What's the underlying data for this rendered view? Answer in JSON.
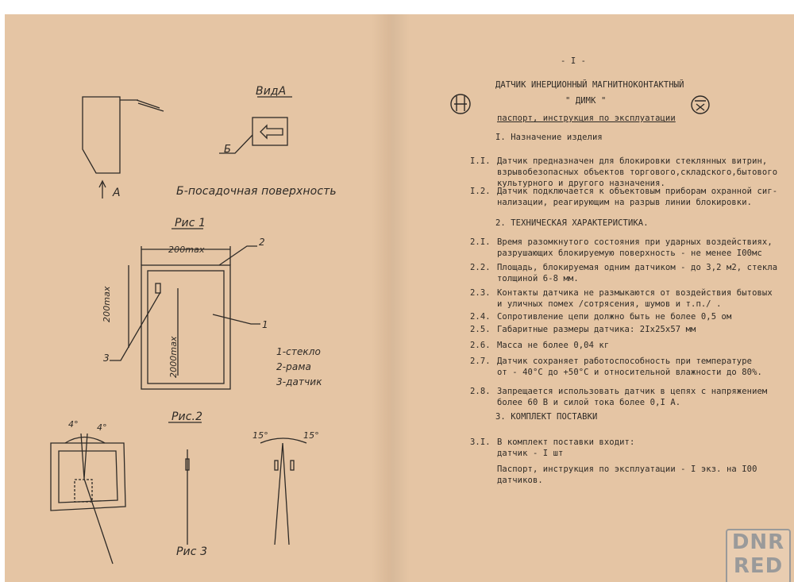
{
  "page_number": "- I -",
  "header": {
    "title": "ДАТЧИК ИНЕРЦИОННЫЙ МАГНИТНОКОНТАКТНЫЙ",
    "model": "\" ДИМК \"",
    "subtitle": "паспорт, инструкция по эксплуатации"
  },
  "sections": [
    {
      "heading": "I. Назначение изделия",
      "items": [
        {
          "num": "I.I.",
          "lines": [
            "Датчик предназначен для блокировки стеклянных витрин,",
            "взрывобезопасных объектов торгового,складского,бытового",
            "культурного и другого назначения."
          ]
        },
        {
          "num": "I.2.",
          "lines": [
            "Датчик подключается к объектовым приборам охранной сиг-",
            "нализации, реагирующим на разрыв линии блокировки."
          ]
        }
      ]
    },
    {
      "heading": "2. ТЕХНИЧЕСКАЯ ХАРАКТЕРИСТИКА.",
      "items": [
        {
          "num": "2.I.",
          "lines": [
            "Время разомкнутого состояния при ударных воздействиях,",
            "разрушающих блокируемую поверхность - не менее I00мс"
          ]
        },
        {
          "num": "2.2.",
          "lines": [
            "Площадь, блокируемая одним датчиком - до 3,2 м2, стекла",
            "толщиной 6-8 мм."
          ]
        },
        {
          "num": "2.3.",
          "lines": [
            "Контакты датчика не размыкаются от воздействия бытовых",
            "и уличных помех /сотрясения, шумов и т.п./ ."
          ]
        },
        {
          "num": "2.4.",
          "lines": [
            "Сопротивление цепи должно быть не более 0,5 ом"
          ]
        },
        {
          "num": "2.5.",
          "lines": [
            "Габаритные размеры датчика: 2Iх25х57 мм"
          ]
        },
        {
          "num": "2.6.",
          "lines": [
            "Масса не более 0,04 кг"
          ]
        },
        {
          "num": "2.7.",
          "lines": [
            "Датчик сохраняет работоспособность при температуре",
            "от - 40°С до +50°С и относительной влажности до 80%."
          ]
        },
        {
          "num": "2.8.",
          "lines": [
            "Запрещается использовать датчик в цепях с напряжением",
            "более 60 В и силой тока более 0,I А."
          ]
        }
      ]
    },
    {
      "heading": "3. КОМПЛЕКТ ПОСТАВКИ",
      "items": [
        {
          "num": "3.I.",
          "lines": [
            "В комплект поставки входит:",
            "датчик - I шт"
          ]
        },
        {
          "num": "",
          "lines": [
            "Паспорт, инструкция по эксплуатации - I экз. на I00",
            "датчиков."
          ]
        }
      ]
    }
  ],
  "drawings": {
    "view_a": "ВидА",
    "arrow_a": "А",
    "label_b": "Б",
    "b_caption": "Б-посадочная поверхность",
    "fig1": "Рис 1",
    "dim_top": "200max",
    "dim_side": "200max",
    "dim_long": "2000max",
    "callout_1": "1",
    "callout_2": "2",
    "callout_3": "3",
    "legend": [
      "1-стекло",
      "2-рама",
      "3-датчик"
    ],
    "fig2": "Рис.2",
    "angle_left_1": "4°",
    "angle_left_2": "4°",
    "angle_right_1": "15°",
    "angle_right_2": "15°",
    "fig3": "Рис 3"
  },
  "watermark": [
    "DNR",
    "RED"
  ],
  "colors": {
    "paper": "#e5c5a4",
    "ink": "#2e2a26",
    "watermark": "#9a9a9a"
  }
}
